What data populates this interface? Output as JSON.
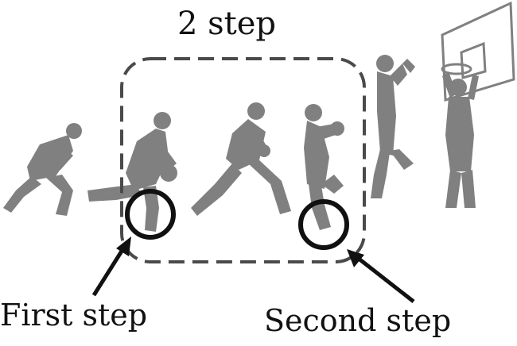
{
  "labels": {
    "title": "2 step",
    "first_step": "First step",
    "second_step": "Second step"
  },
  "colors": {
    "silhouette": "#808080",
    "annotation": "#111111",
    "background": "#ffffff"
  },
  "figure": {
    "players": [
      "gather-player",
      "first-step-player",
      "stride-player",
      "second-step-player",
      "jump-player",
      "dunk-player"
    ],
    "backboard": "basketball-hoop"
  }
}
